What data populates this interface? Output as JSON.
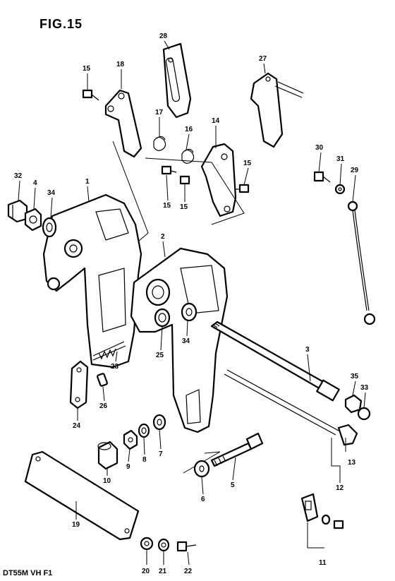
{
  "figure": {
    "title": "FIG.15",
    "model_code": "DT55M VH F1"
  },
  "callouts": [
    {
      "id": "c28",
      "text": "28"
    },
    {
      "id": "c15a",
      "text": "15"
    },
    {
      "id": "c18",
      "text": "18"
    },
    {
      "id": "c27",
      "text": "27"
    },
    {
      "id": "c17",
      "text": "17"
    },
    {
      "id": "c16",
      "text": "16"
    },
    {
      "id": "c14",
      "text": "14"
    },
    {
      "id": "c30",
      "text": "30"
    },
    {
      "id": "c31",
      "text": "31"
    },
    {
      "id": "c29",
      "text": "29"
    },
    {
      "id": "c15b",
      "text": "15"
    },
    {
      "id": "c15c",
      "text": "15"
    },
    {
      "id": "c15d",
      "text": "15"
    },
    {
      "id": "c32",
      "text": "32"
    },
    {
      "id": "c4",
      "text": "4"
    },
    {
      "id": "c34a",
      "text": "34"
    },
    {
      "id": "c1",
      "text": "1"
    },
    {
      "id": "c2",
      "text": "2"
    },
    {
      "id": "c34b",
      "text": "34"
    },
    {
      "id": "c25",
      "text": "25"
    },
    {
      "id": "c23",
      "text": "23"
    },
    {
      "id": "c3",
      "text": "3"
    },
    {
      "id": "c35",
      "text": "35"
    },
    {
      "id": "c33",
      "text": "33"
    },
    {
      "id": "c26",
      "text": "26"
    },
    {
      "id": "c24",
      "text": "24"
    },
    {
      "id": "c9",
      "text": "9"
    },
    {
      "id": "c8",
      "text": "8"
    },
    {
      "id": "c7",
      "text": "7"
    },
    {
      "id": "c10",
      "text": "10"
    },
    {
      "id": "c13",
      "text": "13"
    },
    {
      "id": "c5",
      "text": "5"
    },
    {
      "id": "c6",
      "text": "6"
    },
    {
      "id": "c12",
      "text": "12"
    },
    {
      "id": "c19",
      "text": "19"
    },
    {
      "id": "c11",
      "text": "11"
    },
    {
      "id": "c20",
      "text": "20"
    },
    {
      "id": "c21",
      "text": "21"
    },
    {
      "id": "c22",
      "text": "22"
    }
  ]
}
